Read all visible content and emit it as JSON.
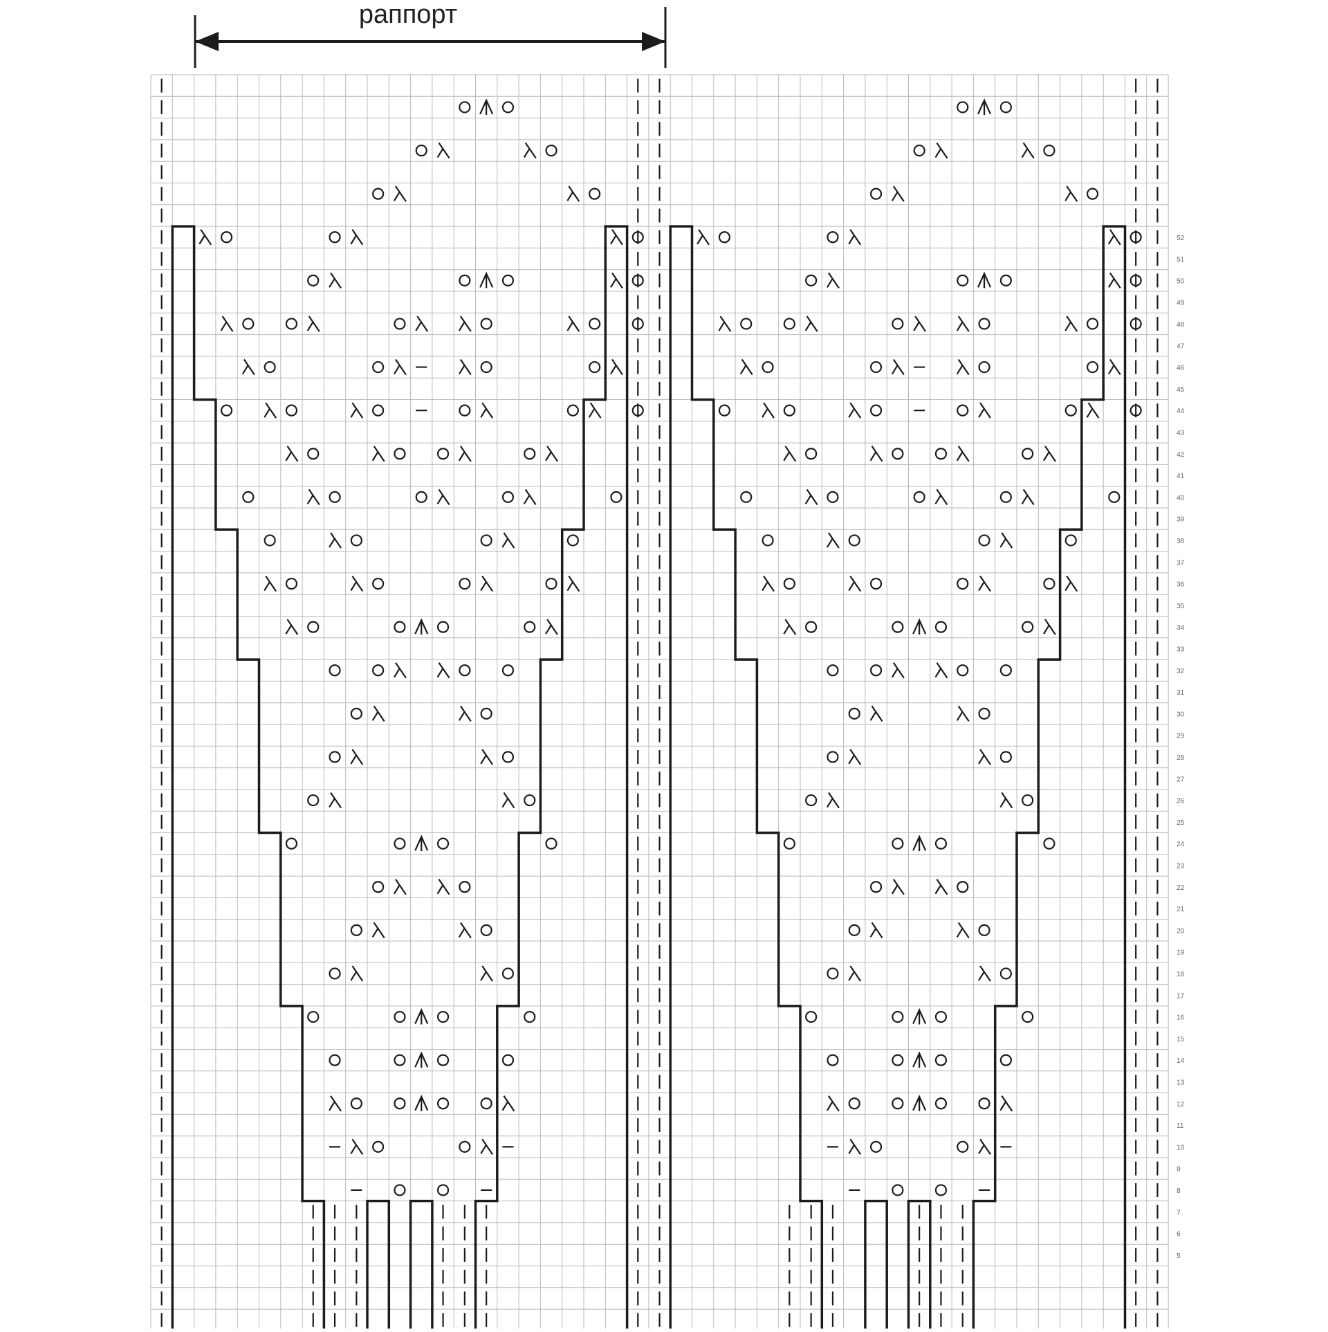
{
  "repeat_label": "раппорт",
  "colors": {
    "grid": "#b9b9b9",
    "ink": "#1c1c1c",
    "background": "#ffffff"
  },
  "symbols": {
    "purl": "vertical-bar",
    "knit": "blank-cell",
    "yarn_over": "circle",
    "decrease": "lambda",
    "double_decrease": "arrow-up",
    "slip": "dash"
  },
  "row_numbers": [
    "52",
    "51",
    "50",
    "49",
    "48",
    "47",
    "46",
    "45",
    "44",
    "43",
    "42",
    "41",
    "40",
    "39",
    "38",
    "37",
    "36",
    "35",
    "34",
    "33",
    "32",
    "31",
    "30",
    "29",
    "28",
    "27",
    "26",
    "25",
    "24",
    "23",
    "22",
    "21",
    "20",
    "19",
    "18",
    "17",
    "16",
    "15",
    "14",
    "13",
    "12",
    "11",
    "10",
    "9",
    "8",
    "7",
    "6",
    "5"
  ]
}
